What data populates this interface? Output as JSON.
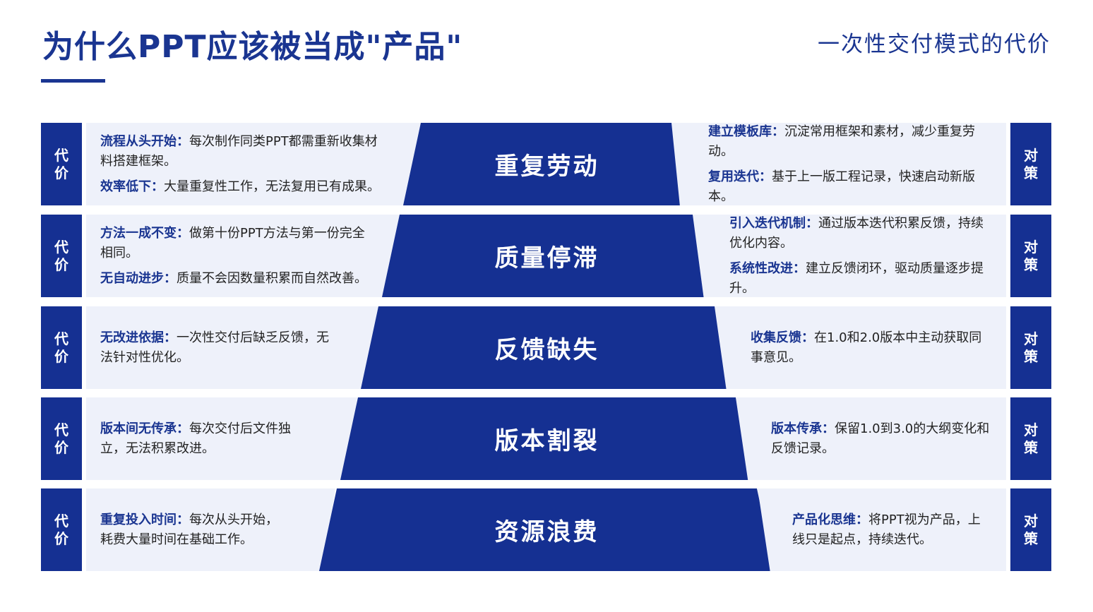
{
  "header": {
    "title": "为什么PPT应该被当成\"产品\"",
    "subtitle": "一次性交付模式的代价"
  },
  "labels": {
    "left_tag": "代价",
    "right_tag": "对策"
  },
  "colors": {
    "primary": "#153092",
    "panel": "#eef1fa"
  },
  "rows": [
    {
      "center": "重复劳动",
      "left": [
        {
          "title": "流程从头开始：",
          "text": "每次制作同类PPT都需重新收集材料搭建框架。"
        },
        {
          "title": "效率低下：",
          "text": "大量重复性工作，无法复用已有成果。"
        }
      ],
      "right": [
        {
          "title": "建立模板库：",
          "text": "沉淀常用框架和素材，减少重复劳动。"
        },
        {
          "title": "复用迭代：",
          "text": "基于上一版工程记录，快速启动新版本。"
        }
      ]
    },
    {
      "center": "质量停滞",
      "left": [
        {
          "title": "方法一成不变：",
          "text": "做第十份PPT方法与第一份完全相同。"
        },
        {
          "title": "无自动进步：",
          "text": "质量不会因数量积累而自然改善。"
        }
      ],
      "right": [
        {
          "title": "引入迭代机制：",
          "text": "通过版本迭代积累反馈，持续优化内容。"
        },
        {
          "title": "系统性改进：",
          "text": "建立反馈闭环，驱动质量逐步提升。"
        }
      ]
    },
    {
      "center": "反馈缺失",
      "left": [
        {
          "title": "无改进依据：",
          "text": "一次性交付后缺乏反馈，无法针对性优化。"
        }
      ],
      "right": [
        {
          "title": "收集反馈：",
          "text": "在1.0和2.0版本中主动获取同事意见。"
        }
      ]
    },
    {
      "center": "版本割裂",
      "left": [
        {
          "title": "版本间无传承：",
          "text": "每次交付后文件独立，无法积累改进。"
        }
      ],
      "right": [
        {
          "title": "版本传承：",
          "text": "保留1.0到3.0的大纲变化和反馈记录。"
        }
      ]
    },
    {
      "center": "资源浪费",
      "left": [
        {
          "title": "重复投入时间：",
          "text": "每次从头开始，耗费大量时间在基础工作。"
        }
      ],
      "right": [
        {
          "title": "产品化思维：",
          "text": "将PPT视为产品，上线只是起点，持续迭代。"
        }
      ]
    }
  ]
}
